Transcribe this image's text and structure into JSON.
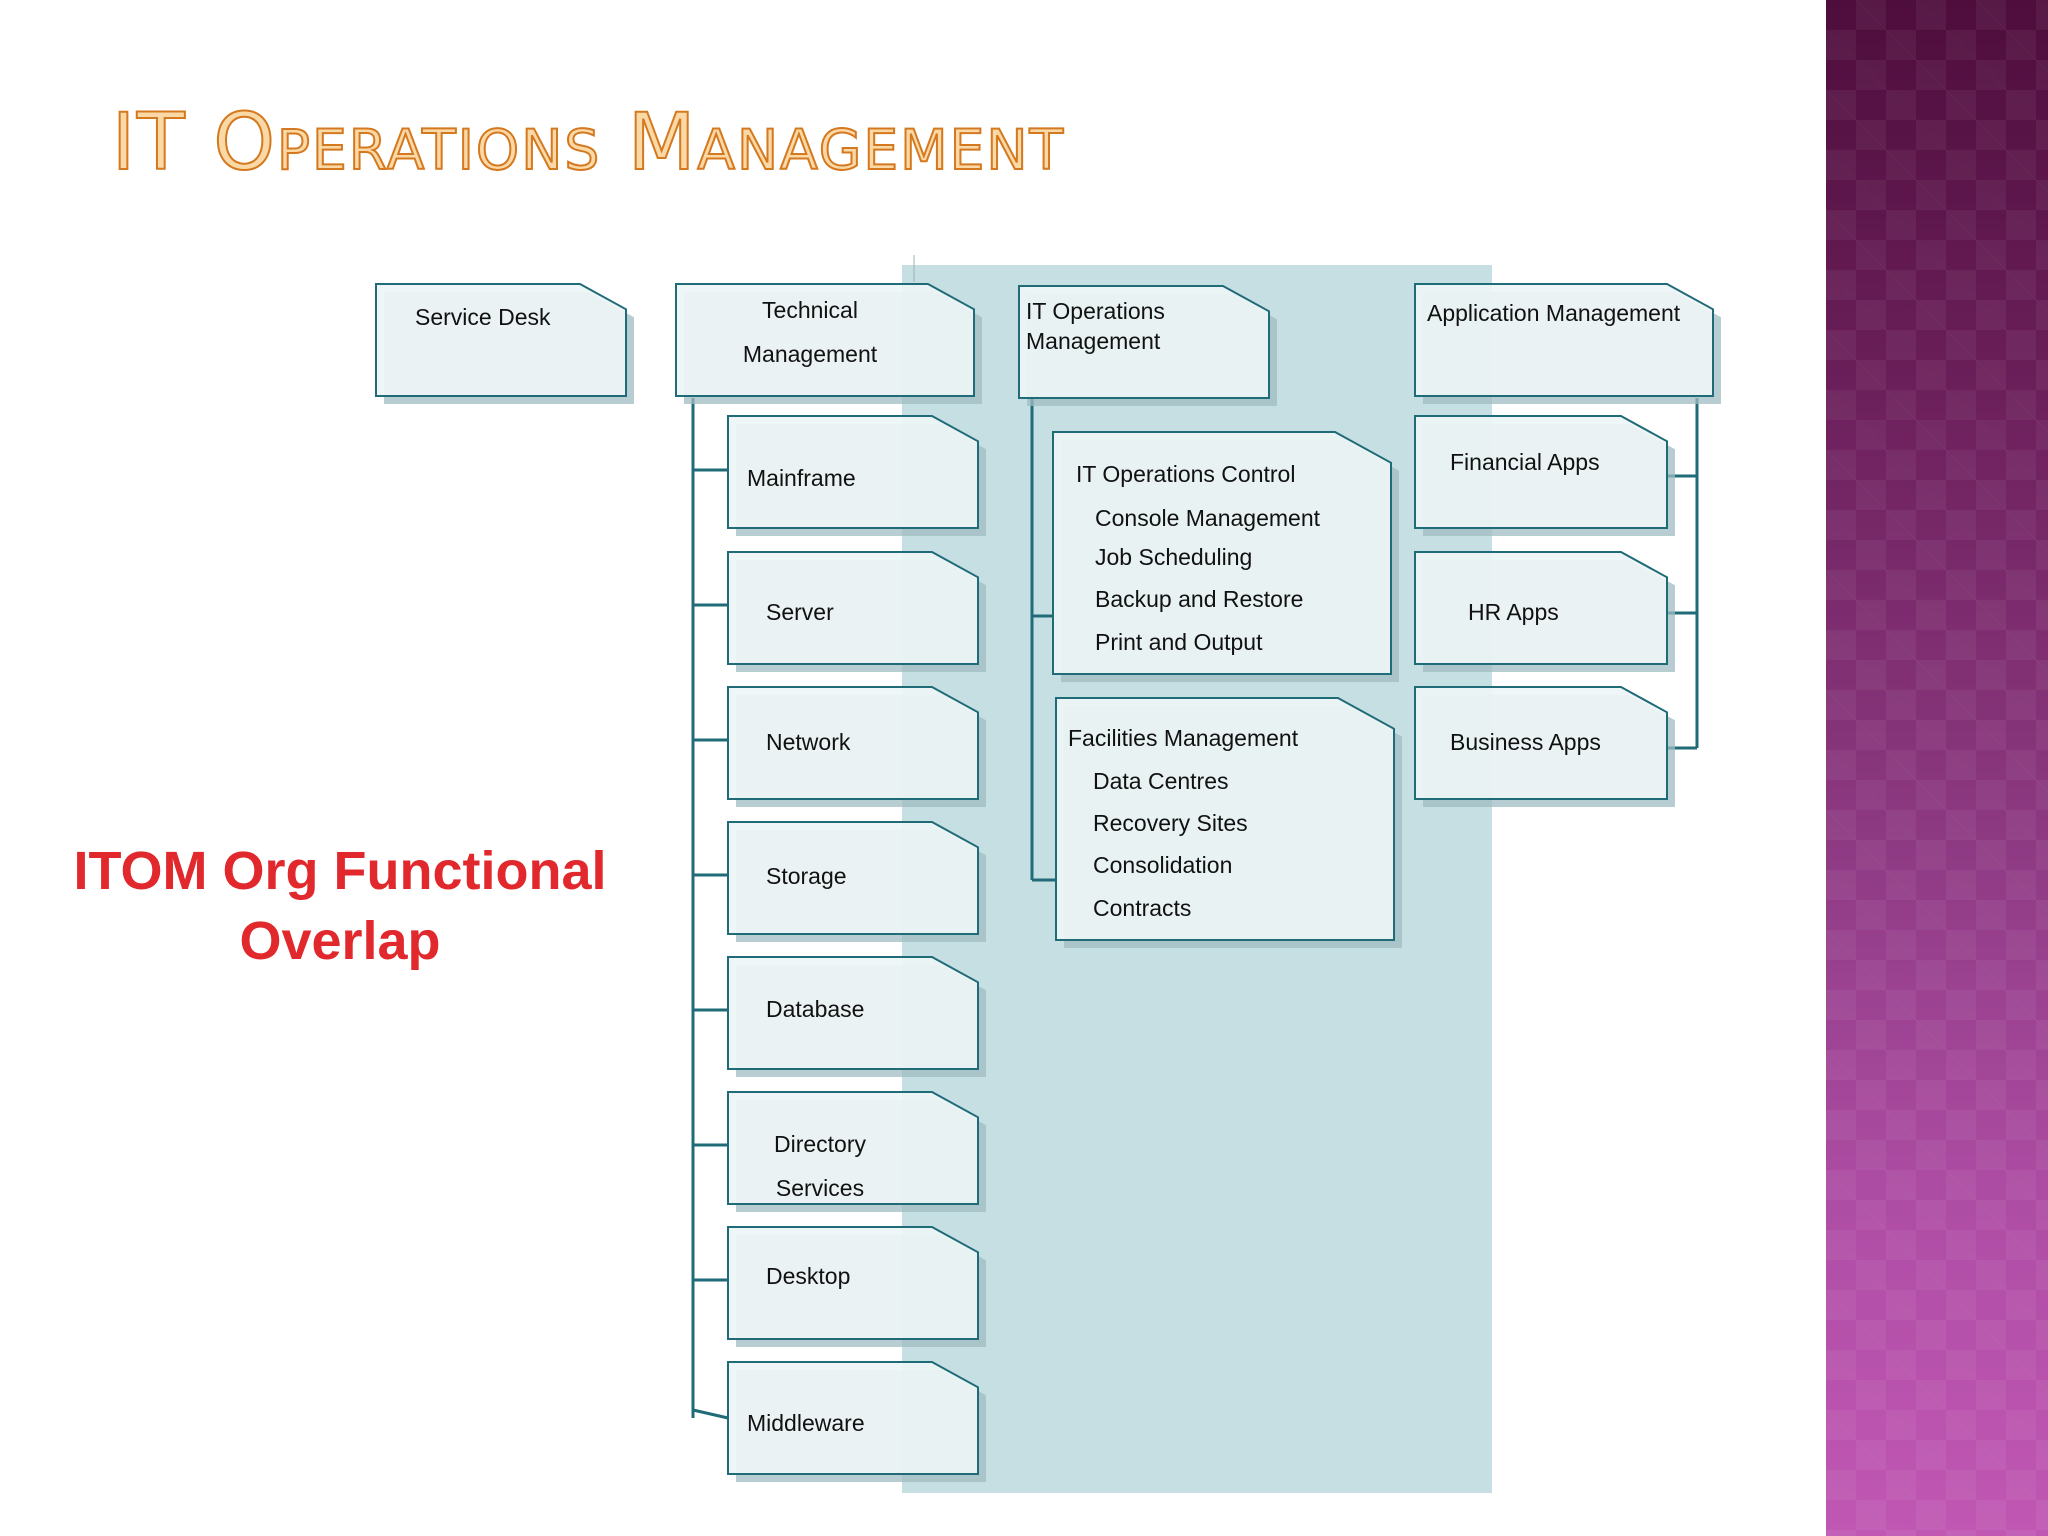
{
  "slide": {
    "title": "IT Operations Management",
    "caption": "ITOM Org Functional Overlap"
  },
  "diagram": {
    "top": {
      "service_desk": "Service Desk",
      "technical_management": [
        "Technical",
        "Management"
      ],
      "it_operations_management": [
        "IT Operations",
        "Management"
      ],
      "application_management": "Application Management"
    },
    "technical_children": [
      "Mainframe",
      "Server",
      "Network",
      "Storage",
      "Database",
      [
        "Directory",
        "Services"
      ],
      "Desktop",
      "Middleware"
    ],
    "it_operations_control": {
      "heading": "IT Operations Control",
      "items": [
        "Console Management",
        "Job Scheduling",
        "Backup and Restore",
        "Print and Output"
      ]
    },
    "facilities_management": {
      "heading": "Facilities Management",
      "items": [
        "Data Centres",
        "Recovery Sites",
        "Consolidation",
        "Contracts"
      ]
    },
    "application_children": [
      "Financial Apps",
      "HR Apps",
      "Business Apps"
    ]
  },
  "colors": {
    "overlap_band": "#c6dfe3",
    "node_fill": "#eef5f6",
    "node_stroke": "#1f6b78",
    "connector": "#1f6b78",
    "caption": "#e0282d",
    "title_fill": "#fbd9a6",
    "title_stroke": "#d4791f"
  }
}
